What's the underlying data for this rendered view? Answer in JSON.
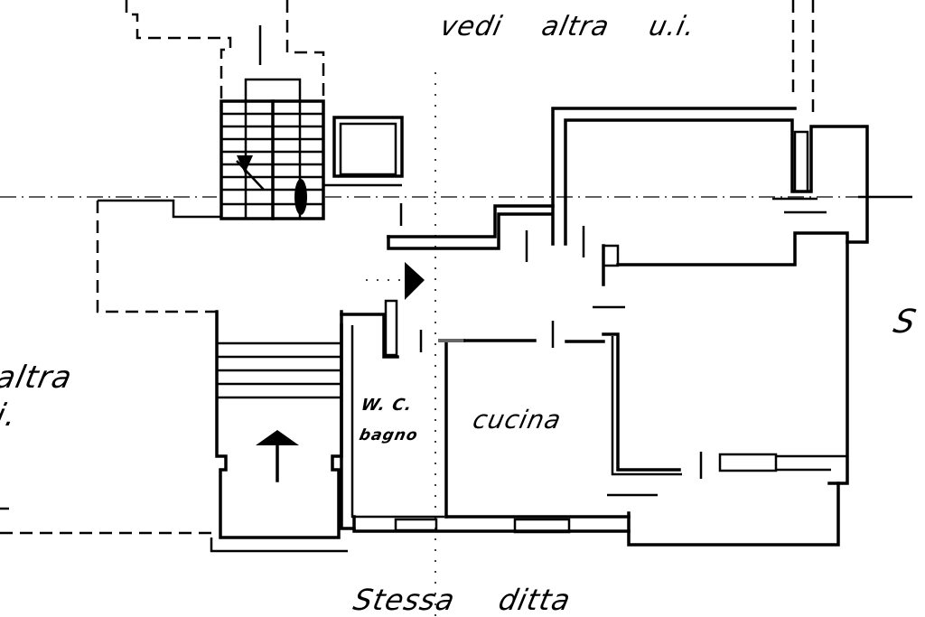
{
  "drawing": {
    "type": "floor plan (scanned technical drawing)",
    "colors": {
      "ink": "#000000",
      "paper": "#ffffff",
      "accent_gray": "#666666"
    }
  },
  "labels": {
    "top": "vedi altra u.i.",
    "left_line1": "altra",
    "left_line2": "i.",
    "right_cut": "S",
    "wc_line1": "W. C.",
    "wc_line2": "bagno",
    "kitchen": "cucina",
    "bottom": "Stessa ditta"
  },
  "rooms": [
    {
      "name": "W. C. bagno"
    },
    {
      "name": "cucina"
    },
    {
      "name": "unlabeled room (upper right)"
    },
    {
      "name": "unlabeled room (lower right)"
    }
  ],
  "symbols": [
    {
      "type": "stair-arrow-up",
      "location": "lower staircase"
    },
    {
      "type": "entrance-arrow",
      "location": "apartment entry"
    },
    {
      "type": "stair-flight",
      "location": "upper staircase"
    }
  ]
}
